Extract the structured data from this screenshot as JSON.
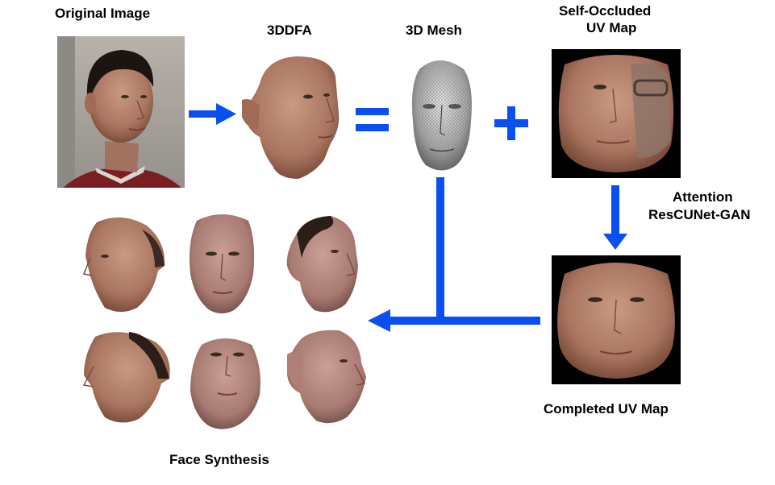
{
  "labels": {
    "original_image": "Original Image",
    "tddfa": "3DDFA",
    "mesh": "3D Mesh",
    "self_occluded_line1": "Self-Occluded",
    "self_occluded_line2": "UV Map",
    "attention_line1": "Attention",
    "attention_line2": "ResCUNet-GAN",
    "completed_uv": "Completed UV Map",
    "face_synthesis": "Face Synthesis"
  },
  "colors": {
    "arrow": "#0a4ff0",
    "skin": "#b88770",
    "skin_shadow": "#8a5a45",
    "hair": "#1c1410",
    "shirt": "#7a1e22",
    "background_gray": "#a8a49e",
    "mesh": "#6d6d6d",
    "uv_black": "#000000"
  },
  "icons": {
    "arrow_right": "arrow-right-icon",
    "equals": "equals-icon",
    "plus": "plus-icon",
    "arrow_down": "arrow-down-icon",
    "arrow_left": "arrow-left-icon"
  }
}
